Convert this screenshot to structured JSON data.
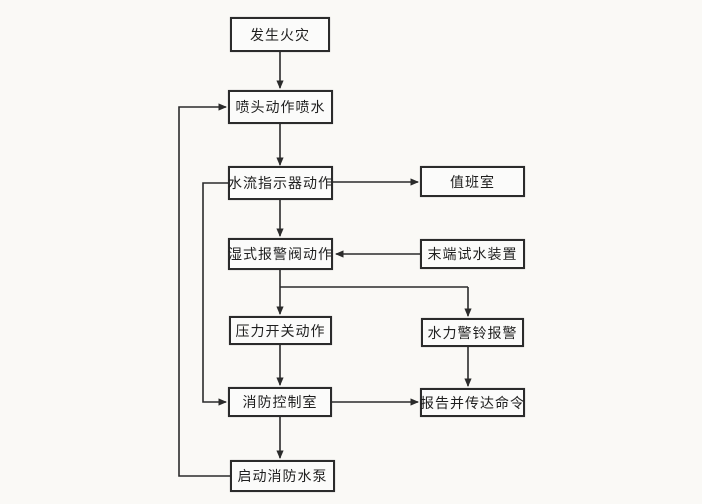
{
  "diagram": {
    "title": "wet-pipe sprinkler system fire alarm flowchart",
    "colors": {
      "background": "#faf9f6",
      "box_border": "#2b2b2b",
      "box_fill": "#fbfbfa",
      "line": "#2b2b2b",
      "text": "#1f1f1f"
    },
    "nodes": {
      "fire_occurs": {
        "label": "发生火灾"
      },
      "sprinkler_sprays": {
        "label": "喷头动作喷水"
      },
      "flow_indicator": {
        "label": "水流指示器动作"
      },
      "duty_room": {
        "label": "值班室"
      },
      "wet_alarm_valve": {
        "label": "湿式报警阀动作"
      },
      "end_test_device": {
        "label": "末端试水装置"
      },
      "pressure_switch": {
        "label": "压力开关动作"
      },
      "hydraulic_alarm_bell": {
        "label": "水力警铃报警"
      },
      "fire_control_room": {
        "label": "消防控制室"
      },
      "report_relay_orders": {
        "label": "报告并传达命令"
      },
      "start_fire_pump": {
        "label": "启动消防水泵"
      }
    },
    "edges": [
      {
        "from": "fire_occurs",
        "to": "sprinkler_sprays"
      },
      {
        "from": "sprinkler_sprays",
        "to": "flow_indicator"
      },
      {
        "from": "flow_indicator",
        "to": "duty_room"
      },
      {
        "from": "flow_indicator",
        "to": "wet_alarm_valve"
      },
      {
        "from": "end_test_device",
        "to": "wet_alarm_valve"
      },
      {
        "from": "wet_alarm_valve",
        "to": "pressure_switch"
      },
      {
        "from": "wet_alarm_valve",
        "to": "hydraulic_alarm_bell"
      },
      {
        "from": "pressure_switch",
        "to": "fire_control_room"
      },
      {
        "from": "hydraulic_alarm_bell",
        "to": "report_relay_orders"
      },
      {
        "from": "fire_control_room",
        "to": "report_relay_orders"
      },
      {
        "from": "fire_control_room",
        "to": "start_fire_pump"
      },
      {
        "from": "start_fire_pump",
        "to": "sprinkler_sprays"
      },
      {
        "from": "flow_indicator",
        "to": "fire_control_room"
      }
    ]
  }
}
